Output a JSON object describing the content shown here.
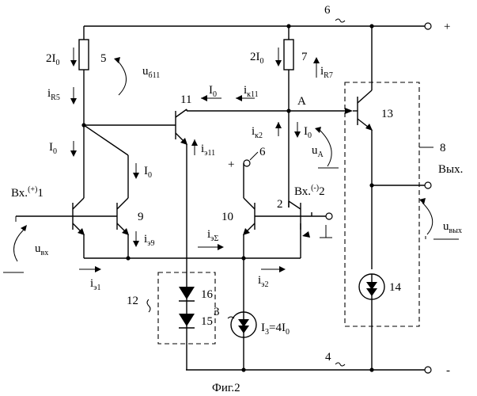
{
  "figure": {
    "caption": "Фиг.2",
    "labels": {
      "bus_pos_num": "6",
      "bus_neg_num": "4",
      "plus": "+",
      "minus": "-",
      "r5_num": "5",
      "r7_num": "7",
      "r5_current": "2I",
      "r7_current": "2I",
      "sub0": "0",
      "i_r5": "i",
      "i_r5_sub": "R5",
      "i_r7": "i",
      "i_r7_sub": "R7",
      "u_b11": "u",
      "u_b11_sub": "б11",
      "t11_num": "11",
      "i0": "I",
      "i_k11": "i",
      "i_k11_sub": "к11",
      "node_a": "A",
      "t13_num": "13",
      "block8_num": "8",
      "i_k2": "i",
      "i_k2_sub": "к2",
      "u_a": "u",
      "u_a_sub": "A",
      "i_e11": "i",
      "i_e11_sub": "э11",
      "bias6_plus": "+",
      "bias6_num": "6",
      "in_pos_label": "Вх.",
      "in_pos_sup": "(+)",
      "in_pos_num": "1",
      "in_neg_label": "Вх.",
      "in_neg_sup": "(-)",
      "in_neg_num": "2",
      "t9_num": "9",
      "t10_num": "10",
      "out_label": "Вых.",
      "u_in": "u",
      "u_in_sub": "вх",
      "u_out": "u",
      "u_out_sub": "вых",
      "i_e9": "i",
      "i_e9_sub": "э9",
      "i_esum": "i",
      "i_esum_sub": "эΣ",
      "i_e1": "i",
      "i_e1_sub": "э1",
      "i_e2": "i",
      "i_e2_sub": "э2",
      "block12_num": "12",
      "d16_num": "16",
      "d15_num": "15",
      "cs3_num": "3",
      "cs3_label": "I",
      "cs3_sub": "3",
      "cs3_eq": "=4I",
      "cs14_num": "14"
    }
  }
}
